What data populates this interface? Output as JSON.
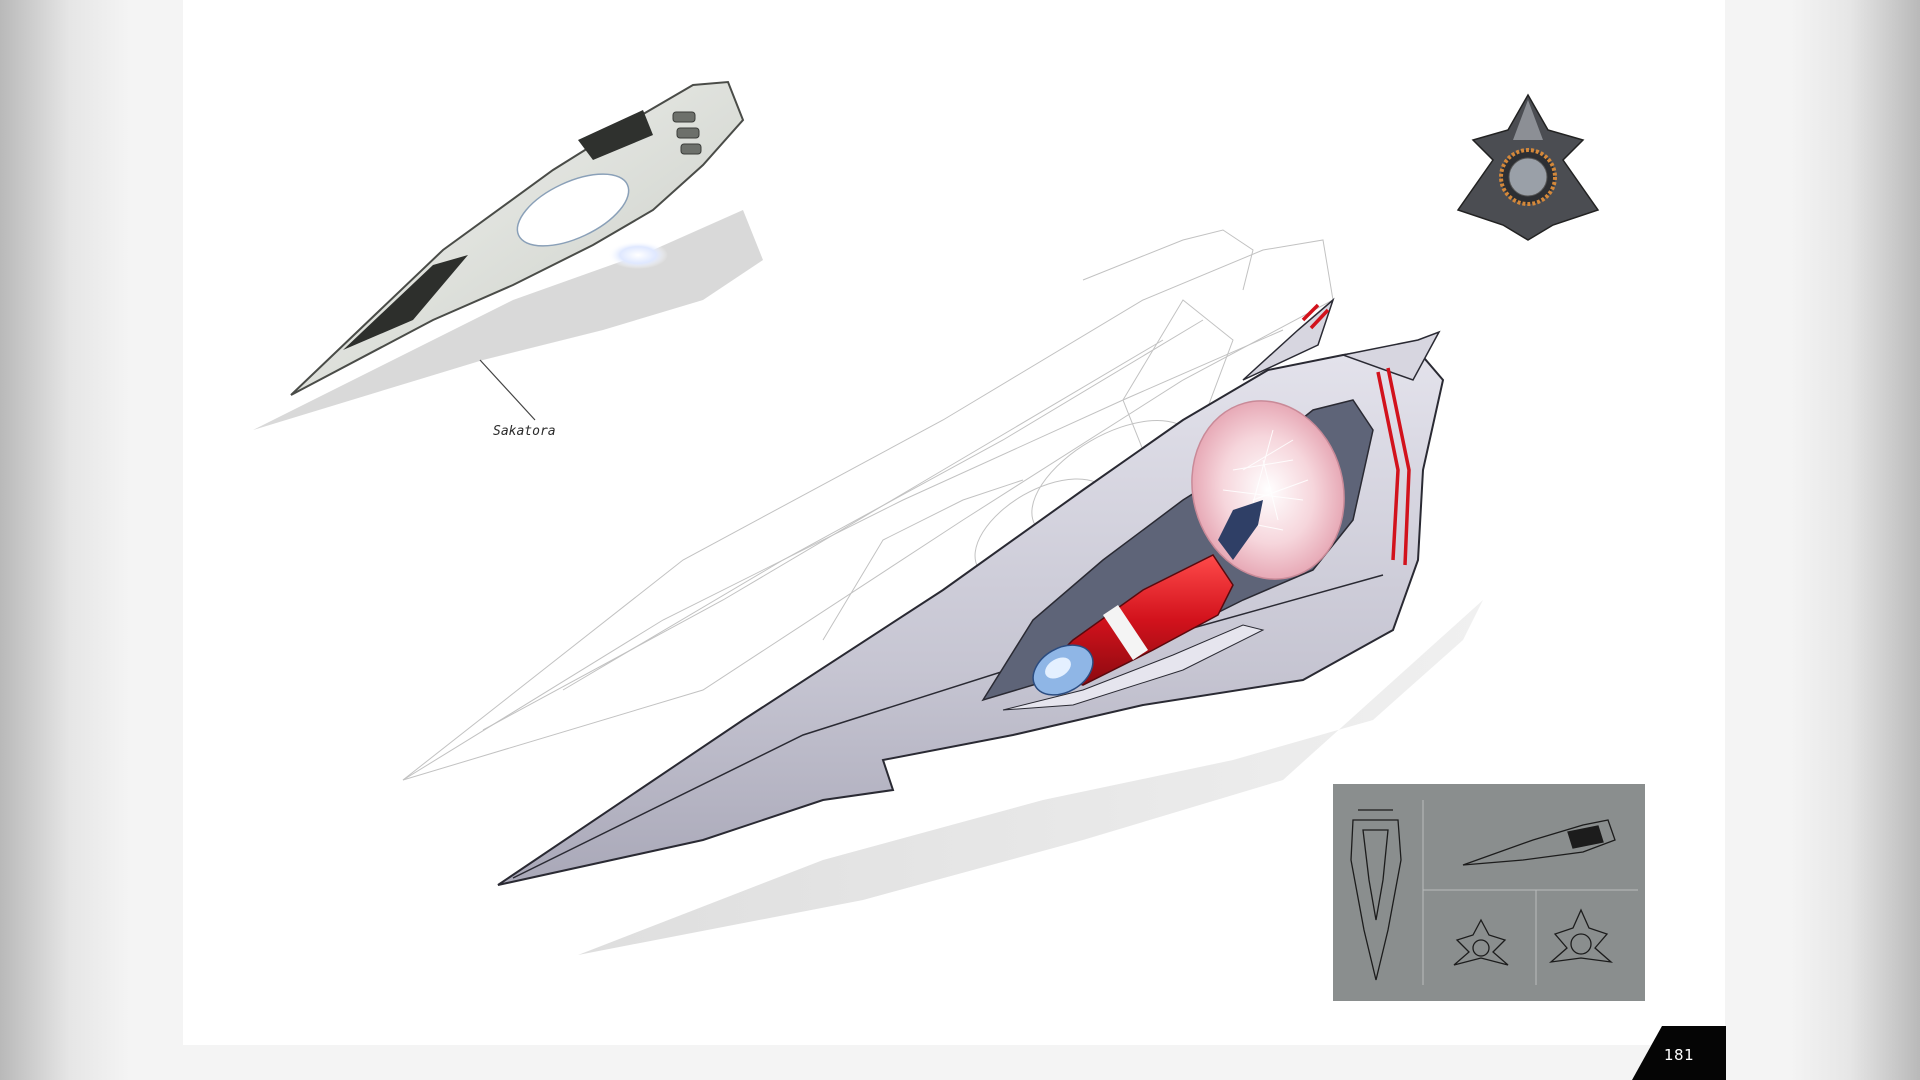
{
  "page": {
    "number": "181",
    "signature": "Sakatora",
    "colors": {
      "page_background": "#ffffff",
      "margin_background": "#d9d9d9",
      "hull_silver": "#c9c8d4",
      "accent_red": "#d2121c",
      "cockpit_glow_pink": "#f2c8d2",
      "thumbnail_panel": "#8a8e8e",
      "page_tab": "#050505"
    },
    "illustrations": [
      {
        "id": "concept-sketch",
        "icon": "ship-sketch-icon"
      },
      {
        "id": "rear-view",
        "icon": "ship-rear-icon"
      },
      {
        "id": "cutaway-render",
        "icon": "ship-cutaway-icon"
      },
      {
        "id": "orthographic-sheet",
        "icon": "ship-views-icon"
      }
    ]
  }
}
